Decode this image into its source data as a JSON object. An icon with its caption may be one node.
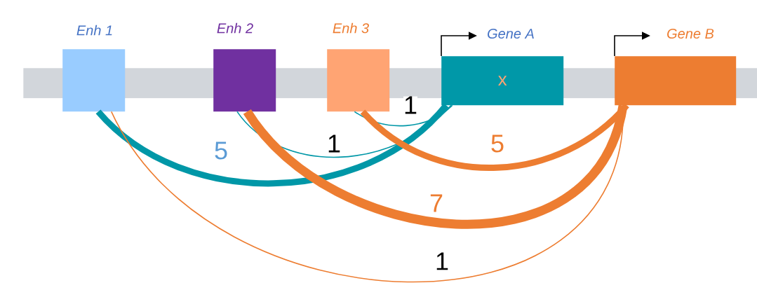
{
  "diagram": {
    "nodes": [
      {
        "text": [
          "Enh 1"
        ]
      },
      {
        "text": [
          "Enh 2"
        ]
      },
      {
        "text": [
          "Enh 3"
        ]
      },
      {
        "text": [
          "Gene A",
          "x"
        ]
      },
      {
        "text": [
          "Gene B"
        ]
      },
      {
        "text": [],
        "shape": "bar"
      }
    ],
    "edges": [
      {
        "from": 0,
        "to": 3,
        "arrow": "none",
        "label": "5",
        "style": "thick",
        "color": "#0097a7"
      },
      {
        "from": 1,
        "to": 3,
        "arrow": "none",
        "label": "1",
        "color": "#0097a7"
      },
      {
        "from": 2,
        "to": 3,
        "arrow": "none",
        "label": "1",
        "color": "#0097a7"
      },
      {
        "from": 2,
        "to": 4,
        "arrow": "none",
        "label": "5",
        "style": "thick",
        "color": "#ed7d31"
      },
      {
        "from": 1,
        "to": 4,
        "arrow": "none",
        "label": "7",
        "style": "thick",
        "color": "#ed7d31"
      },
      {
        "from": 0,
        "to": 4,
        "arrow": "none",
        "label": "1",
        "color": "#ed7d31"
      },
      {
        "from": 3,
        "to": null,
        "arrow": "to",
        "color": "#000000"
      },
      {
        "from": 4,
        "to": null,
        "arrow": "to",
        "color": "#000000"
      }
    ]
  }
}
